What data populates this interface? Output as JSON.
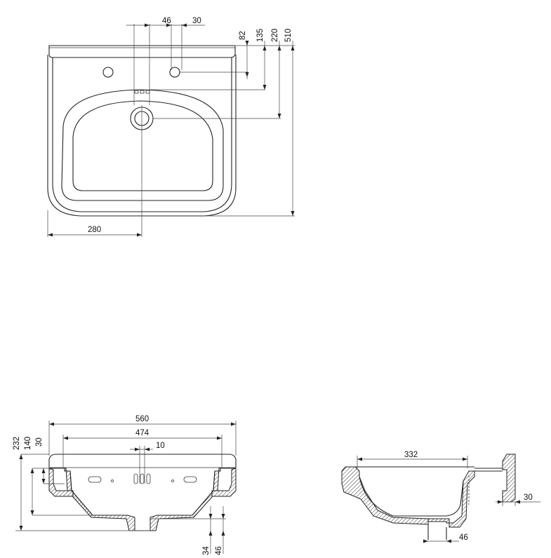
{
  "top_view": {
    "dims": {
      "d46": "46",
      "d30": "30",
      "d82": "82",
      "d135": "135",
      "d220": "220",
      "d510": "510",
      "d280": "280"
    }
  },
  "front_section": {
    "dims": {
      "d560": "560",
      "d474": "474",
      "d10": "10",
      "d232": "232",
      "d140": "140",
      "d30": "30",
      "d34": "34",
      "d46": "46"
    }
  },
  "side_section": {
    "dims": {
      "d332": "332",
      "d30": "30",
      "d46": "46"
    }
  }
}
